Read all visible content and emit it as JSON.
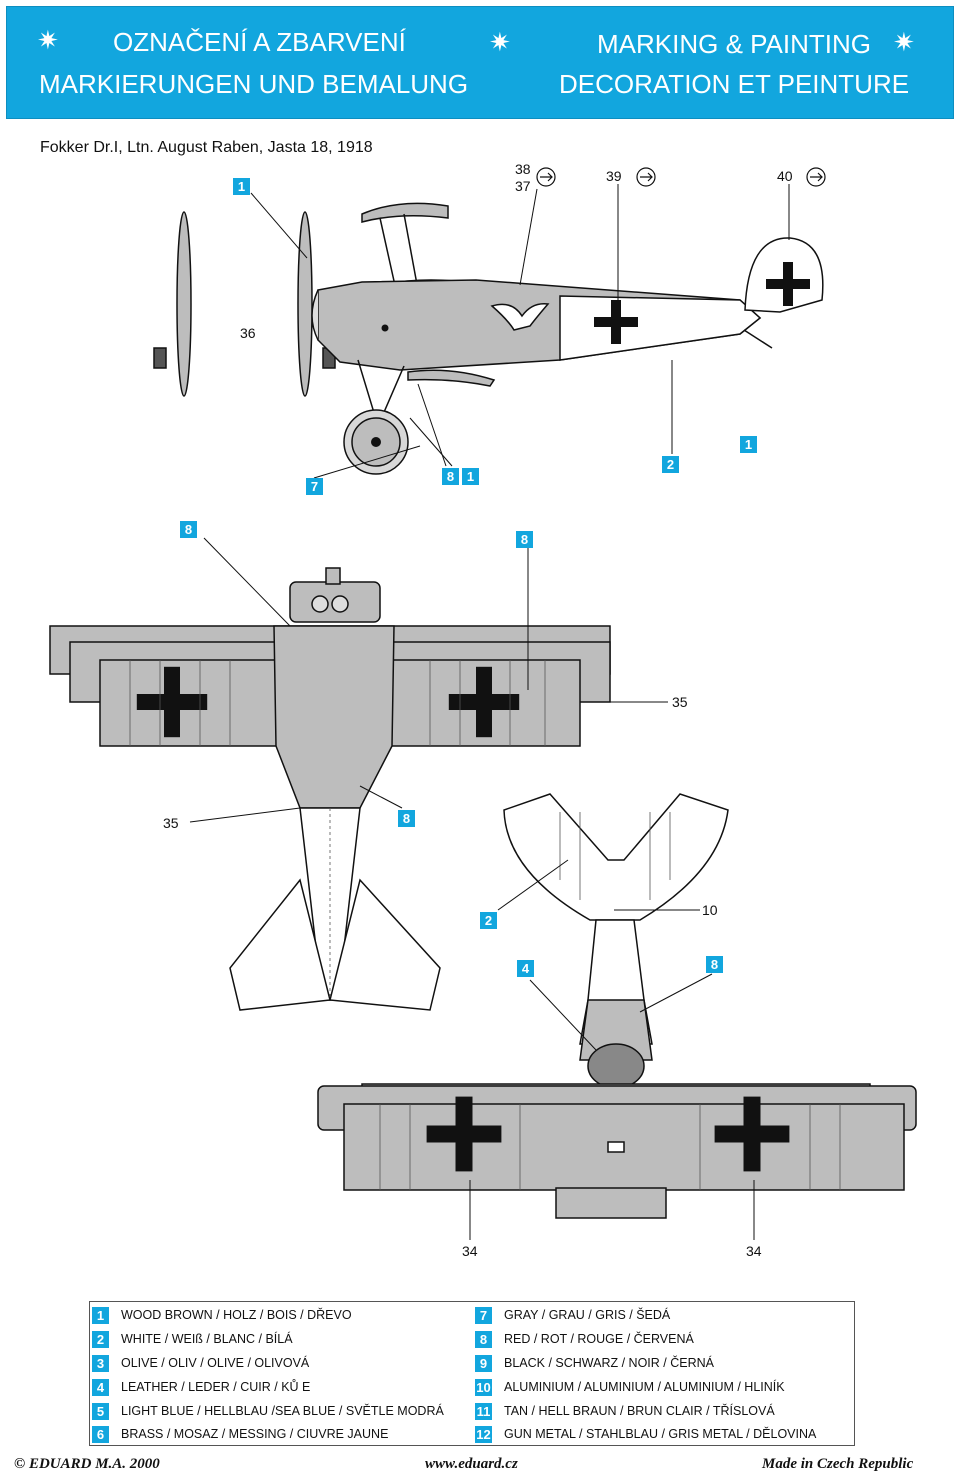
{
  "header": {
    "title_cz": "OZNAČENÍ A ZBARVENÍ",
    "title_en": "MARKING & PAINTING",
    "title_de": "MARKIERUNGEN UND BEMALUNG",
    "title_fr": "DECORATION ET PEINTURE",
    "star": "✷"
  },
  "subtitle": "Fokker Dr.I, Ltn. August Raben, Jasta 18, 1918",
  "side_view": {
    "decal_refs": [
      "38",
      "37",
      "39",
      "40",
      "36"
    ],
    "callouts": [
      "1",
      "7",
      "8",
      "1",
      "2",
      "1"
    ]
  },
  "top_view": {
    "callouts": [
      "8",
      "8",
      "8"
    ],
    "refs": [
      "35",
      "35"
    ]
  },
  "bottom_view": {
    "callouts": [
      "2",
      "4",
      "8"
    ],
    "refs": [
      "10",
      "34",
      "34"
    ]
  },
  "legend": {
    "left": [
      {
        "num": "1",
        "text": "WOOD BROWN / HOLZ / BOIS / DŘEVO"
      },
      {
        "num": "2",
        "text": "WHITE / WEIß / BLANC / BÍLÁ"
      },
      {
        "num": "3",
        "text": "OLIVE / OLIV / OLIVE / OLIVOVÁ"
      },
      {
        "num": "4",
        "text": "LEATHER / LEDER / CUIR / KŮ  E"
      },
      {
        "num": "5",
        "text": "LIGHT BLUE / HELLBLAU /SEA BLUE / SVĚTLE MODRÁ"
      },
      {
        "num": "6",
        "text": "BRASS / MOSAZ / MESSING / CIUVRE JAUNE"
      }
    ],
    "right": [
      {
        "num": "7",
        "text": "GRAY / GRAU / GRIS / ŠEDÁ"
      },
      {
        "num": "8",
        "text": "RED / ROT / ROUGE / ČERVENÁ"
      },
      {
        "num": "9",
        "text": "BLACK / SCHWARZ / NOIR / ČERNÁ"
      },
      {
        "num": "10",
        "text": "ALUMINIUM / ALUMINIUM / ALUMINIUM / HLINÍK"
      },
      {
        "num": "11",
        "text": "TAN / HELL BRAUN / BRUN CLAIR / TŘÍSLOVÁ"
      },
      {
        "num": "12",
        "text": "GUN METAL / STAHLBLAU / GRIS METAL / DĚLOVINA"
      }
    ]
  },
  "footer": {
    "left": "© EDUARD  M.A. 2000",
    "center": "www.eduard.cz",
    "right": "Made in Czech Republic"
  },
  "colors": {
    "accent": "#12a6de",
    "aircraft_gray": "#bdbdbd",
    "cross_black": "#111111"
  }
}
